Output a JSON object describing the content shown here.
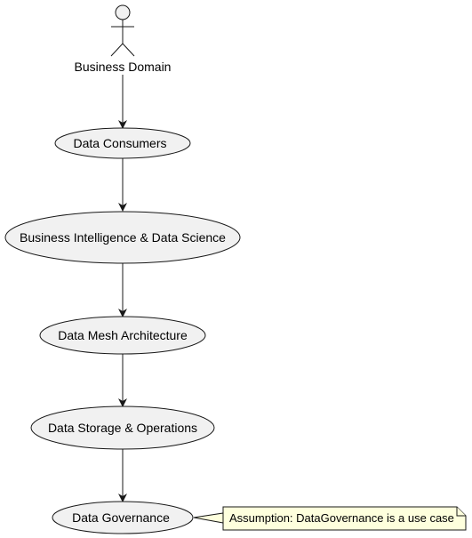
{
  "actor": {
    "label": "Business Domain"
  },
  "use_cases": [
    {
      "id": "consumers",
      "label": "Data Consumers"
    },
    {
      "id": "bi",
      "label": "Business Intelligence & Data Science"
    },
    {
      "id": "mesh",
      "label": "Data Mesh Architecture"
    },
    {
      "id": "storage",
      "label": "Data Storage & Operations"
    },
    {
      "id": "governance",
      "label": "Data Governance"
    }
  ],
  "note": {
    "text": "Assumption: DataGovernance is a use case"
  },
  "colors": {
    "usecase_fill": "#f1f1f1",
    "usecase_stroke": "#181818",
    "note_fill": "#feffdd",
    "note_stroke": "#181818",
    "arrow": "#181818"
  }
}
